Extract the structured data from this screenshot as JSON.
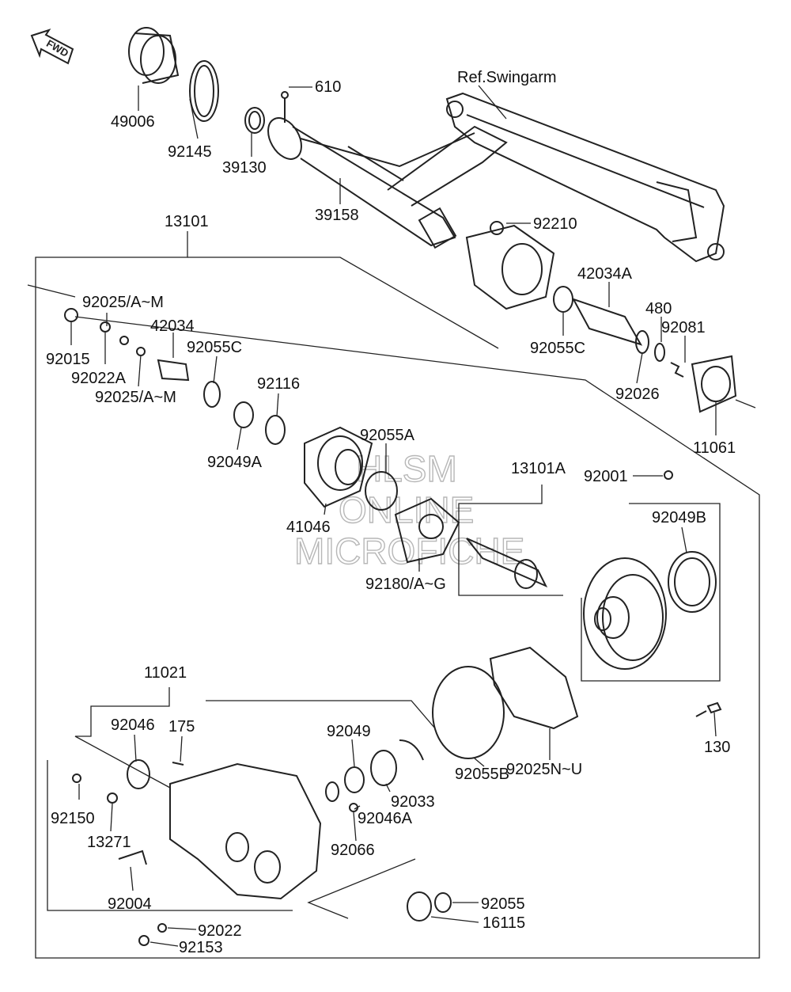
{
  "fwd_label": "FWD",
  "ref_label": "Ref.Swingarm",
  "watermark": [
    "HLSM",
    "ONLINE",
    "MICROFICHE"
  ],
  "labels": {
    "p49006": "49006",
    "p92145": "92145",
    "p610": "610",
    "p39130": "39130",
    "p39158": "39158",
    "p92210": "92210",
    "p42034A": "42034A",
    "p480": "480",
    "p92081": "92081",
    "p92055C_top": "92055C",
    "p92026": "92026",
    "p11061": "11061",
    "p13101": "13101",
    "p92025AM_1": "92025/A~M",
    "p92015": "92015",
    "p92022A": "92022A",
    "p92025AM_2": "92025/A~M",
    "p42034": "42034",
    "p92055C": "92055C",
    "p92116": "92116",
    "p92049A": "92049A",
    "p92055A": "92055A",
    "p41046": "41046",
    "p92180": "92180/A~G",
    "p13101A": "13101A",
    "p92001": "92001",
    "p92049B": "92049B",
    "p130": "130",
    "p11021": "11021",
    "p92046": "92046",
    "p175": "175",
    "p92049": "92049",
    "p92033": "92033",
    "p92046A": "92046A",
    "p92055B": "92055B",
    "p92025NU": "92025N~U",
    "p92150": "92150",
    "p13271": "13271",
    "p92066": "92066",
    "p92004": "92004",
    "p92055": "92055",
    "p16115": "16115",
    "p92022": "92022",
    "p92153": "92153"
  }
}
